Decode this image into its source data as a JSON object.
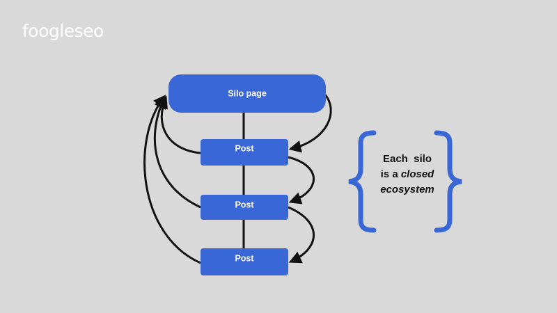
{
  "brand": {
    "logo_text": "foogleseo"
  },
  "diagram": {
    "nodes": [
      {
        "id": "silo",
        "label": "Silo page"
      },
      {
        "id": "post1",
        "label": "Post"
      },
      {
        "id": "post2",
        "label": "Post"
      },
      {
        "id": "post3",
        "label": "Post"
      }
    ],
    "edges": [
      {
        "from": "silo",
        "to": "post1",
        "type": "line"
      },
      {
        "from": "post1",
        "to": "post2",
        "type": "line"
      },
      {
        "from": "post2",
        "to": "post3",
        "type": "line"
      },
      {
        "from": "silo",
        "to": "post1",
        "type": "arrow"
      },
      {
        "from": "post1",
        "to": "post2",
        "type": "arrow"
      },
      {
        "from": "post2",
        "to": "post3",
        "type": "arrow"
      },
      {
        "from": "post1",
        "to": "silo",
        "type": "arrow"
      },
      {
        "from": "post2",
        "to": "silo",
        "type": "arrow"
      },
      {
        "from": "post3",
        "to": "silo",
        "type": "arrow"
      }
    ],
    "note": {
      "line1": "Each  silo",
      "line2_prefix": "is a ",
      "line2_emphasis": "closed",
      "line3": "ecosystem"
    }
  },
  "colors": {
    "background": "#d9d9d9",
    "node_fill": "#3a67d6",
    "brace": "#3a67d6",
    "connector": "#111111"
  }
}
